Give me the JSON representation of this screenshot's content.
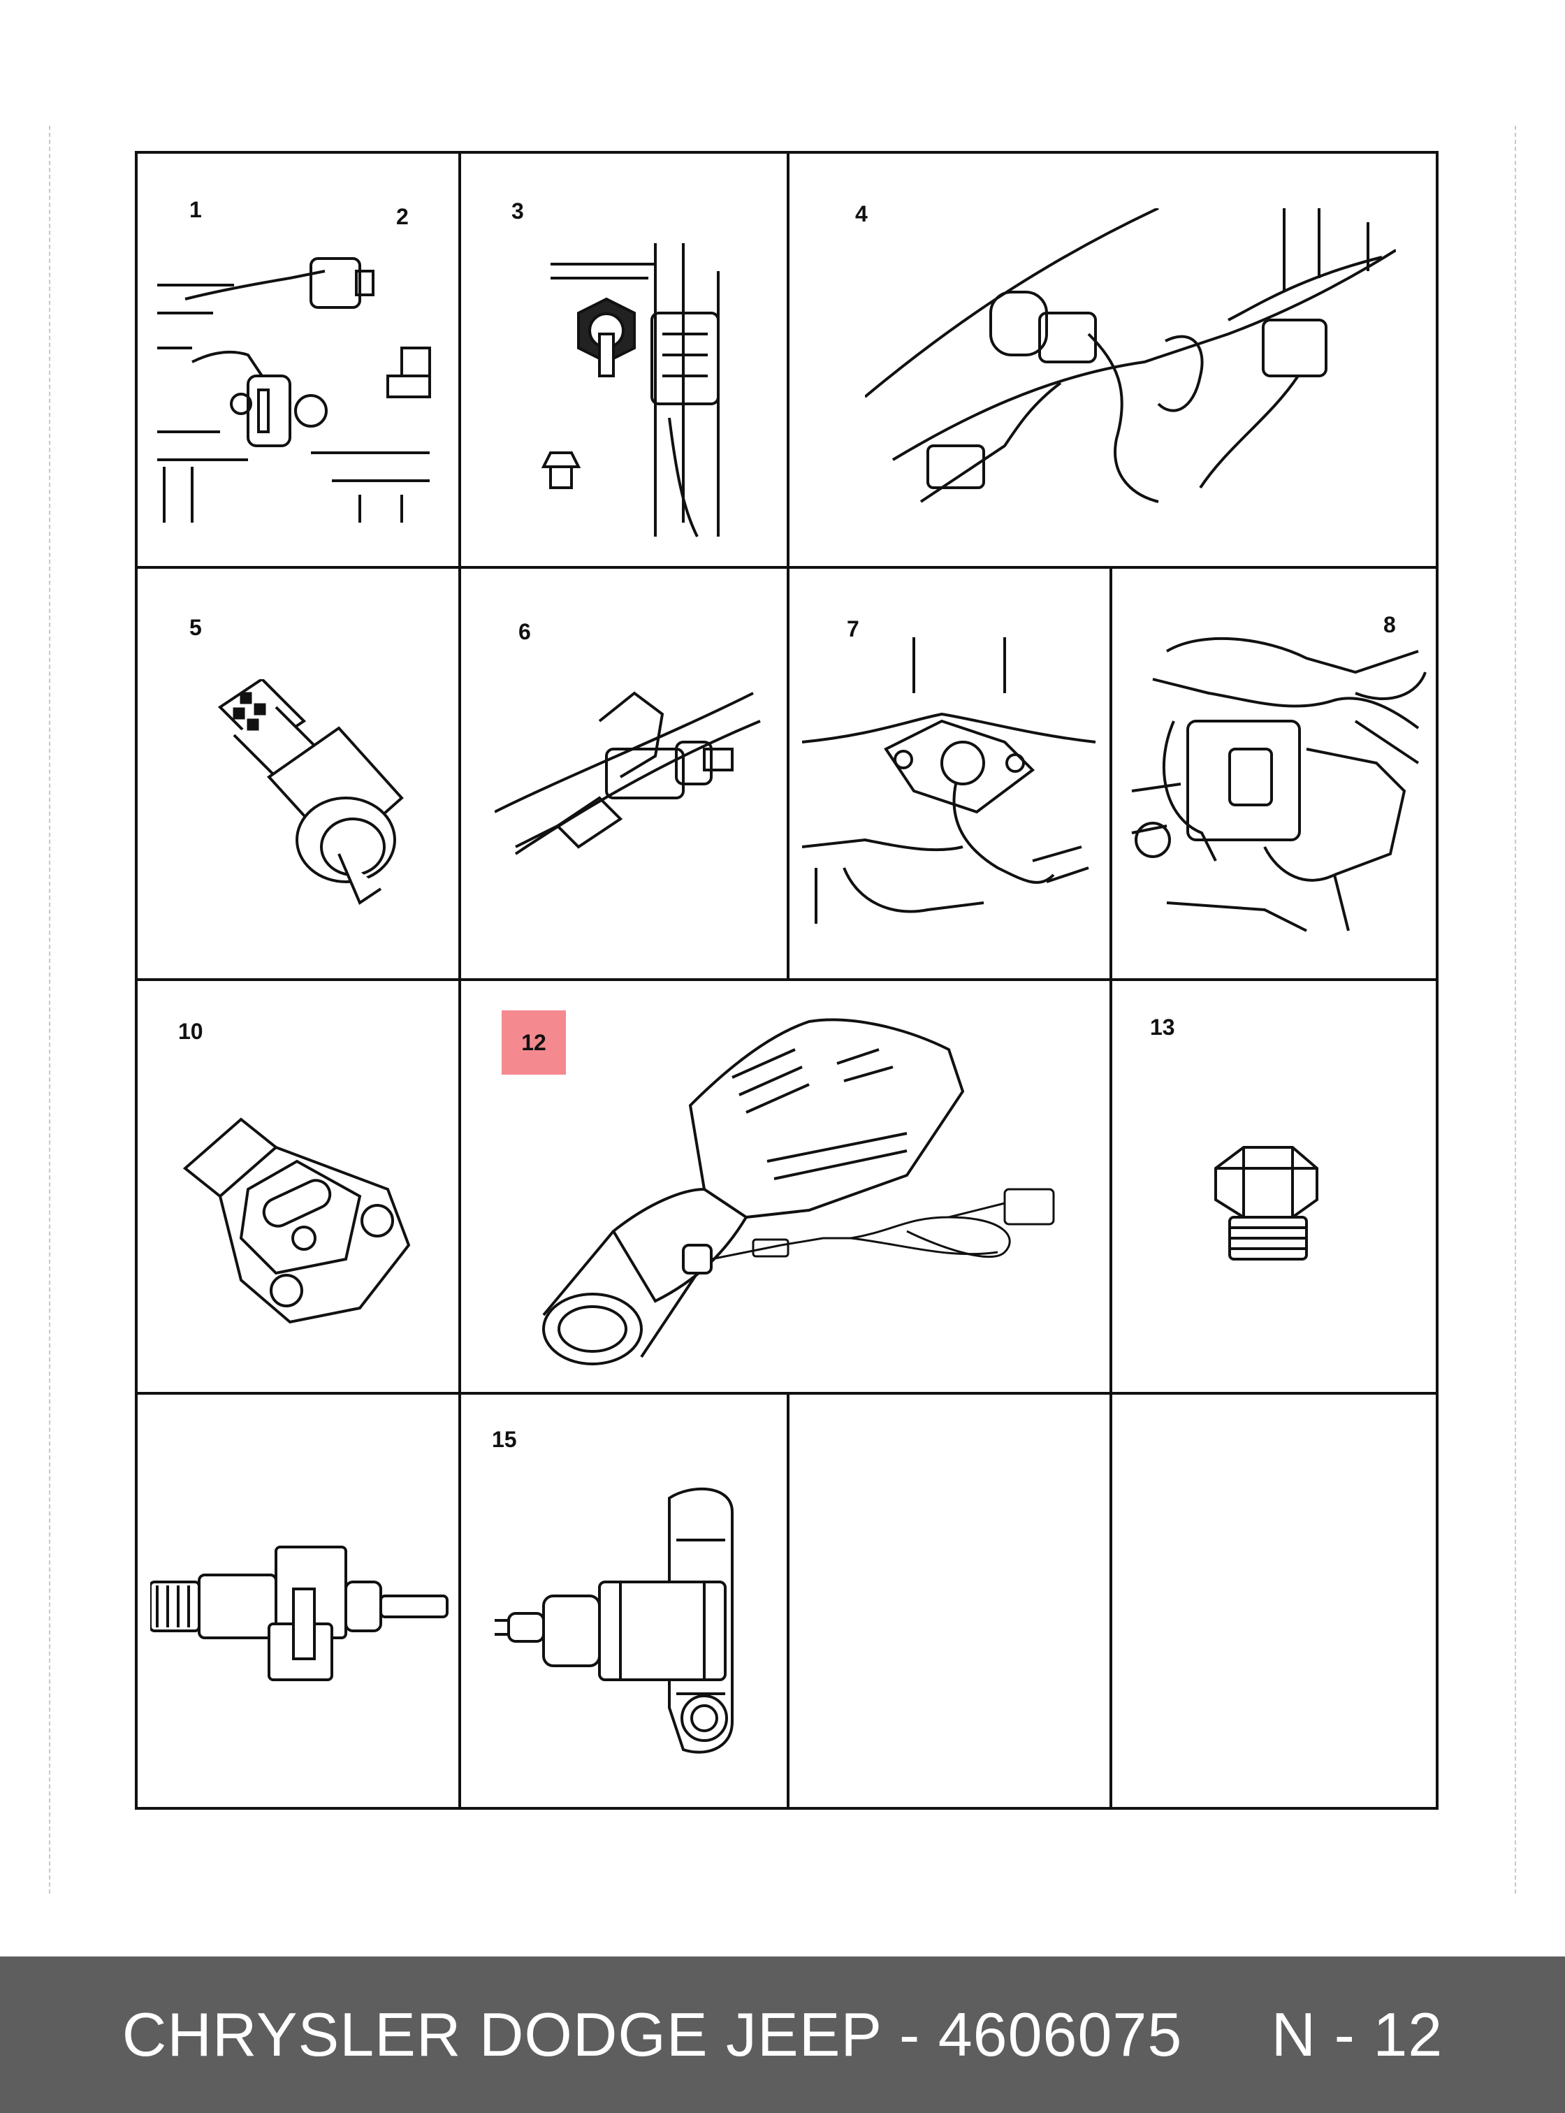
{
  "diagram": {
    "panels": [
      {
        "id": "p1",
        "labels": [
          "1",
          "2"
        ],
        "icon": "wiring-connector-engine-icon"
      },
      {
        "id": "p3",
        "labels": [
          "3"
        ],
        "icon": "pressure-switch-icon"
      },
      {
        "id": "p4",
        "labels": [
          "4"
        ],
        "icon": "engine-harness-sensor-icon"
      },
      {
        "id": "p5",
        "labels": [
          "5"
        ],
        "icon": "coolant-temp-sensor-icon"
      },
      {
        "id": "p6",
        "labels": [
          "6"
        ],
        "icon": "bracket-sensor-icon"
      },
      {
        "id": "p7",
        "labels": [
          "7"
        ],
        "icon": "map-sensor-icon"
      },
      {
        "id": "p8",
        "labels": [
          "8"
        ],
        "icon": "engine-sensor-harness-icon"
      },
      {
        "id": "p10",
        "labels": [
          "10"
        ],
        "icon": "throttle-position-sensor-icon"
      },
      {
        "id": "p12",
        "labels": [
          "12"
        ],
        "icon": "exhaust-temp-sensor-icon",
        "highlighted": true
      },
      {
        "id": "p13",
        "labels": [
          "13"
        ],
        "icon": "hex-plug-icon"
      },
      {
        "id": "p14",
        "labels": [],
        "icon": "inline-speed-sensor-icon"
      },
      {
        "id": "p15",
        "labels": [
          "15"
        ],
        "icon": "crank-position-sensor-icon"
      },
      {
        "id": "p16",
        "labels": [],
        "icon": "empty-panel"
      },
      {
        "id": "p17",
        "labels": [],
        "icon": "empty-panel"
      }
    ],
    "highlight_color": "#f48a8f"
  },
  "footer": {
    "text": "CHRYSLER DODGE JEEP - 4606075",
    "code": "N - 12",
    "background": "#5e5e5e",
    "text_color": "#ffffff"
  }
}
